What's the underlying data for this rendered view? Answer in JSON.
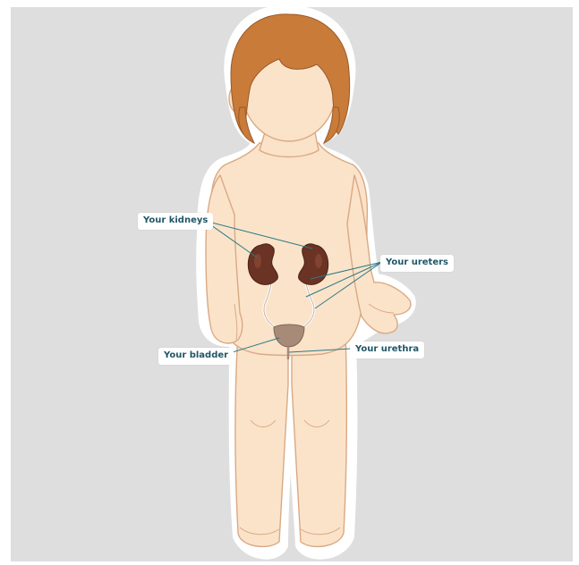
{
  "labels": {
    "kidneys": "Your kidneys",
    "ureters": "Your ureters",
    "bladder": "Your bladder",
    "urethra": "Your urethra"
  },
  "colors": {
    "background": "#dedede",
    "skin": "#fbe3c9",
    "skin_outline": "#d9a985",
    "hair": "#c97b3a",
    "kidney": "#6b3324",
    "bladder": "#a88a78",
    "leader_line": "#2a7a86",
    "label_text": "#1f5666"
  }
}
